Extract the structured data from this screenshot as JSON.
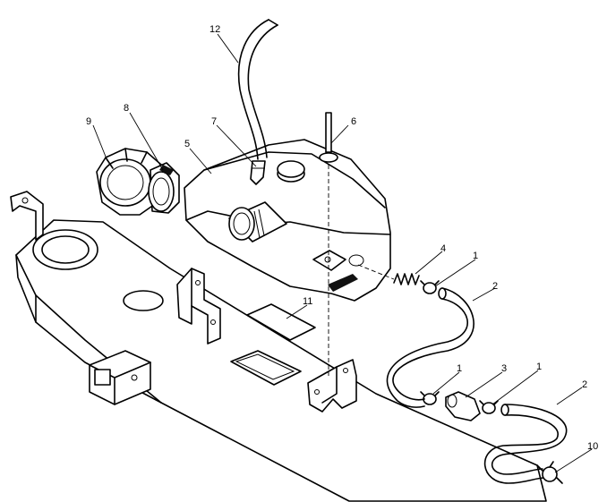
{
  "callouts": [
    {
      "id": "c1a",
      "text": "1"
    },
    {
      "id": "c1b",
      "text": "1"
    },
    {
      "id": "c1c",
      "text": "1"
    },
    {
      "id": "c2a",
      "text": "2"
    },
    {
      "id": "c2b",
      "text": "2"
    },
    {
      "id": "c3",
      "text": "3"
    },
    {
      "id": "c4",
      "text": "4"
    },
    {
      "id": "c5",
      "text": "5"
    },
    {
      "id": "c6",
      "text": "6"
    },
    {
      "id": "c7",
      "text": "7"
    },
    {
      "id": "c8",
      "text": "8"
    },
    {
      "id": "c9",
      "text": "9"
    },
    {
      "id": "c10",
      "text": "10"
    },
    {
      "id": "c11",
      "text": "11"
    },
    {
      "id": "c12",
      "text": "12"
    }
  ]
}
